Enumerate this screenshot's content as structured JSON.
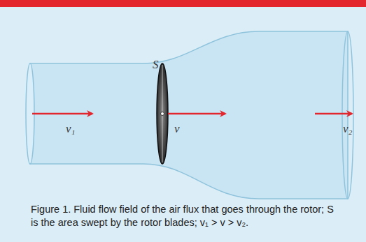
{
  "diagram": {
    "caption": "Figure 1. Fluid flow field of the air flux that goes through the rotor; S is the area swept by the rotor blades; v₁ > v > v₂.",
    "labels": [
      "S",
      "v₁",
      "v",
      "v₂"
    ]
  }
}
